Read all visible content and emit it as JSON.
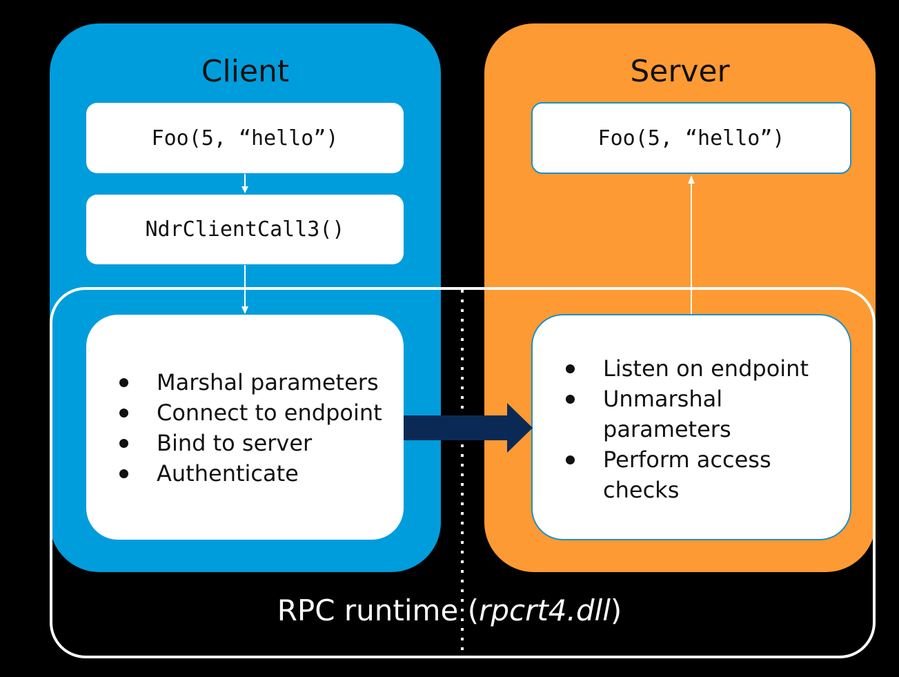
{
  "colors": {
    "background": "#000000",
    "client": "#009ddc",
    "server": "#fd9a33",
    "arrow": "#0a2a55",
    "frame": "#ffffff"
  },
  "client": {
    "title": "Client",
    "call_box": "Foo(5, “hello”)",
    "stub_box": "NdrClientCall3()",
    "runtime_steps": [
      "Marshal parameters",
      "Connect to endpoint",
      "Bind to server",
      "Authenticate"
    ]
  },
  "server": {
    "title": "Server",
    "call_box": "Foo(5, “hello”)",
    "runtime_steps": [
      "Listen on endpoint",
      "Unmarshal parameters",
      "Perform access checks"
    ]
  },
  "runtime": {
    "label_prefix": "RPC runtime (",
    "label_dll": "rpcrt4.dll",
    "label_suffix": ")"
  }
}
